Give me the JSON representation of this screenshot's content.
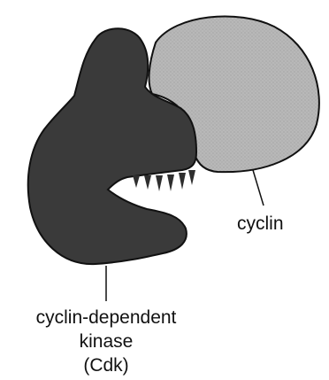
{
  "diagram": {
    "labels": {
      "cyclin": "cyclin",
      "cdk_line1": "cyclin-dependent",
      "cdk_line2": "kinase",
      "cdk_line3": "(Cdk)"
    },
    "colors": {
      "cdk_fill": "#3a3a3a",
      "cyclin_fill": "#b4b4b4",
      "outline": "#111111",
      "background": "#ffffff"
    }
  }
}
